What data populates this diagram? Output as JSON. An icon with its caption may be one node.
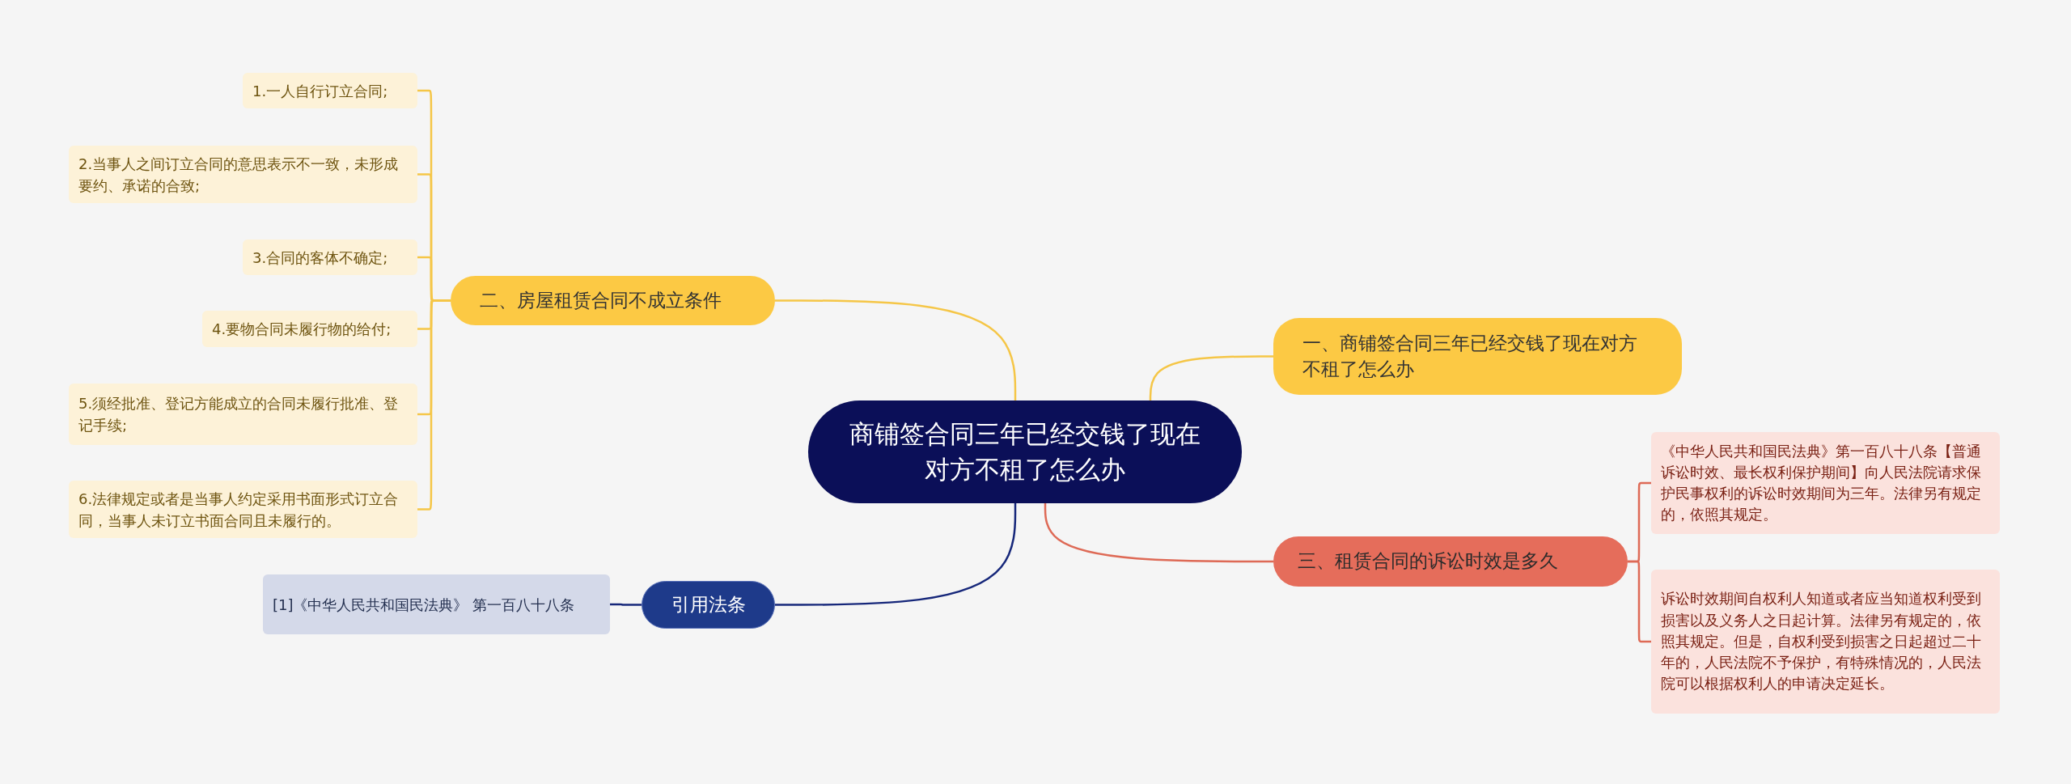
{
  "diagram": {
    "nodes": [
      {
        "text": [
          "商铺签合同三年已经交钱了现在对方不租了怎么办"
        ]
      },
      {
        "text": [
          "二、房屋租赁合同不成立条件"
        ]
      },
      {
        "text": [
          "1.一人自行订立合同;"
        ]
      },
      {
        "text": [
          "2.当事人之间订立合同的意思表示不一致，未形成要约、承诺的合致;"
        ]
      },
      {
        "text": [
          "3.合同的客体不确定;"
        ]
      },
      {
        "text": [
          "4.要物合同未履行物的给付;"
        ]
      },
      {
        "text": [
          "5.须经批准、登记方能成立的合同未履行批准、登记手续;"
        ]
      },
      {
        "text": [
          "6.法律规定或者是当事人约定采用书面形式订立合同，当事人未订立书面合同且未履行的。"
        ]
      },
      {
        "text": [
          "一、商铺签合同三年已经交钱了现在对方不租了怎么办"
        ]
      },
      {
        "text": [
          "三、租赁合同的诉讼时效是多久"
        ]
      },
      {
        "text": [
          "《中华人民共和国民法典》第一百八十八条【普通诉讼时效、最长权利保护期间】向人民法院请求保护民事权利的诉讼时效期间为三年。法律另有规定的，依照其规定。"
        ]
      },
      {
        "text": [
          "诉讼时效期间自权利人知道或者应当知道权利受到损害以及义务人之日起计算。法律另有规定的，依照其规定。但是，自权利受到损害之日起超过二十年的，人民法院不予保护，有特殊情况的，人民法院可以根据权利人的申请决定延长。"
        ]
      },
      {
        "text": [
          "引用法条"
        ]
      },
      {
        "text": [
          "[1]《中华人民共和国民法典》 第一百八十八条"
        ]
      }
    ],
    "edges": [
      {
        "from": 0,
        "to": 1,
        "arrow": "none"
      },
      {
        "from": 1,
        "to": 2,
        "arrow": "none"
      },
      {
        "from": 1,
        "to": 3,
        "arrow": "none"
      },
      {
        "from": 1,
        "to": 4,
        "arrow": "none"
      },
      {
        "from": 1,
        "to": 5,
        "arrow": "none"
      },
      {
        "from": 1,
        "to": 6,
        "arrow": "none"
      },
      {
        "from": 1,
        "to": 7,
        "arrow": "none"
      },
      {
        "from": 0,
        "to": 8,
        "arrow": "none"
      },
      {
        "from": 0,
        "to": 9,
        "arrow": "none",
        "color": "#de6a56"
      },
      {
        "from": 9,
        "to": 10,
        "arrow": "none",
        "color": "#de6a56"
      },
      {
        "from": 9,
        "to": 11,
        "arrow": "none",
        "color": "#de6a56"
      },
      {
        "from": 0,
        "to": 12,
        "arrow": "none",
        "color": "#16277a"
      },
      {
        "from": 12,
        "to": 13,
        "arrow": "none",
        "color": "#16277a"
      }
    ]
  }
}
